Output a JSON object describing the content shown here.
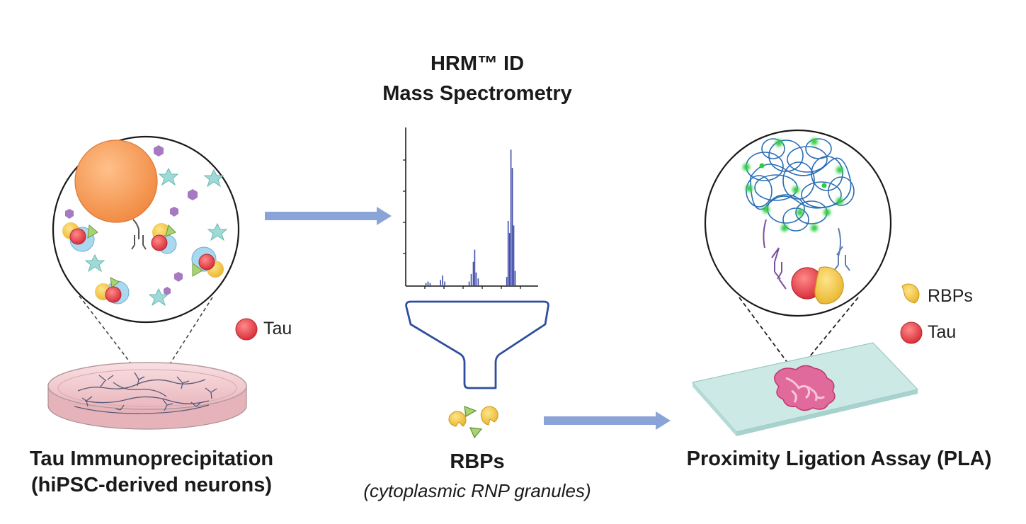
{
  "colors": {
    "arrow": "#8aa4d8",
    "tau": "#e84a4f",
    "rbp_yellow": "#f2c94c",
    "rbp_green": "#a8d46f",
    "cytoplasm_blue": "#a9d8ef",
    "bead_orange": "#f5a462",
    "star_teal": "#8fd6d2",
    "hexagon_purple": "#a779c1",
    "funnel_blue": "#2f4f9e",
    "spectrum_blue": "#3e4aa8",
    "chromatin_blue": "#2a6eb5",
    "fluor_green": "#2ecc40",
    "dish_pink": "#f3c3c8",
    "slide_teal": "#cde9e6",
    "tissue_pink": "#d9457f"
  },
  "left_panel": {
    "title_line1": "Tau Immunoprecipitation",
    "title_line2": "(hiPSC-derived neurons)",
    "legend_tau": "Tau",
    "icons": [
      "magnified-circle",
      "antibody-bead-icon",
      "petri-dish-icon",
      "neuron-icon"
    ]
  },
  "middle_panel": {
    "title_line1": "HRM™ ID",
    "title_line2": "Mass Spectrometry",
    "subtitle": "RBPs",
    "subtitle_note": "(cytoplasmic RNP granules)",
    "icons": [
      "mass-spectrum-icon",
      "funnel-icon",
      "rbp-cluster-icon"
    ]
  },
  "right_panel": {
    "title": "Proximity Ligation Assay (PLA)",
    "legend_rbps": "RBPs",
    "legend_tau": "Tau",
    "icons": [
      "rolling-circle-amplification-icon",
      "antibody-pair-icon",
      "tissue-slide-icon"
    ]
  },
  "chart_data": {
    "type": "bar",
    "title": "",
    "xlabel": "",
    "ylabel": "",
    "note": "schematic mass spectrum, relative intensities",
    "peaks": [
      {
        "x": 29,
        "y": 0.02
      },
      {
        "x": 32,
        "y": 0.03
      },
      {
        "x": 35,
        "y": 0.02
      },
      {
        "x": 50,
        "y": 0.04
      },
      {
        "x": 53,
        "y": 0.07
      },
      {
        "x": 56,
        "y": 0.03
      },
      {
        "x": 91,
        "y": 0.03
      },
      {
        "x": 94,
        "y": 0.08
      },
      {
        "x": 97,
        "y": 0.16
      },
      {
        "x": 99,
        "y": 0.24
      },
      {
        "x": 101,
        "y": 0.09
      },
      {
        "x": 104,
        "y": 0.05
      },
      {
        "x": 145,
        "y": 0.06
      },
      {
        "x": 147,
        "y": 0.43
      },
      {
        "x": 149,
        "y": 0.35
      },
      {
        "x": 151,
        "y": 0.9
      },
      {
        "x": 153,
        "y": 0.78
      },
      {
        "x": 155,
        "y": 0.4
      },
      {
        "x": 157,
        "y": 0.1
      }
    ],
    "xlim": [
      0,
      190
    ],
    "ylim": [
      0,
      1
    ]
  }
}
